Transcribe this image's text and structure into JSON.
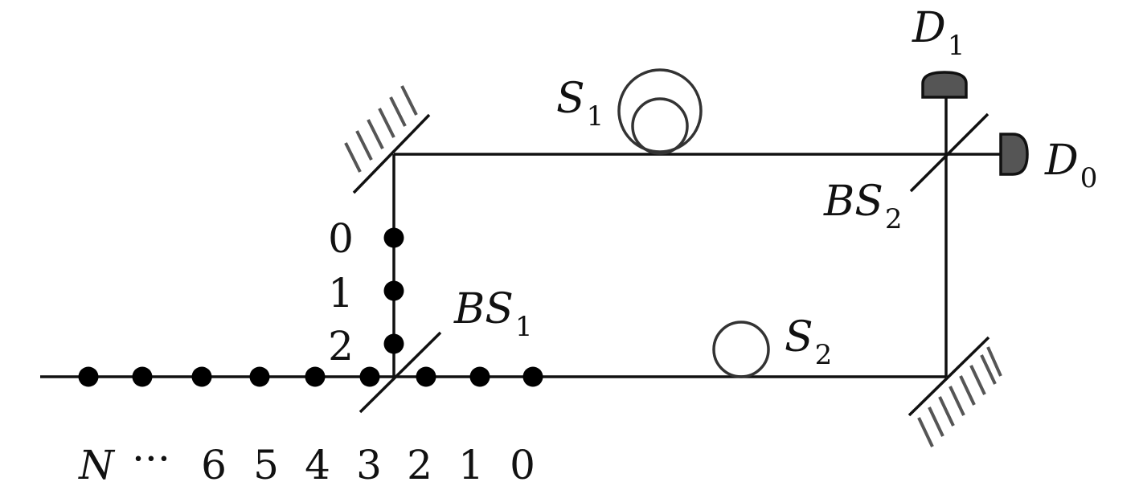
{
  "labels": {
    "d1_main": "D",
    "d1_sub": "1",
    "d0_main": "D",
    "d0_sub": "0",
    "s1_main": "S",
    "s1_sub": "1",
    "s2_main": "S",
    "s2_sub": "2",
    "bs1_main": "BS",
    "bs1_sub": "1",
    "bs2_main": "BS",
    "bs2_sub": "2"
  },
  "vertical_indices": [
    "0",
    "1",
    "2"
  ],
  "bottom_indices": [
    "N",
    "···",
    "6",
    "5",
    "4",
    "3",
    "2",
    "1",
    "0"
  ]
}
